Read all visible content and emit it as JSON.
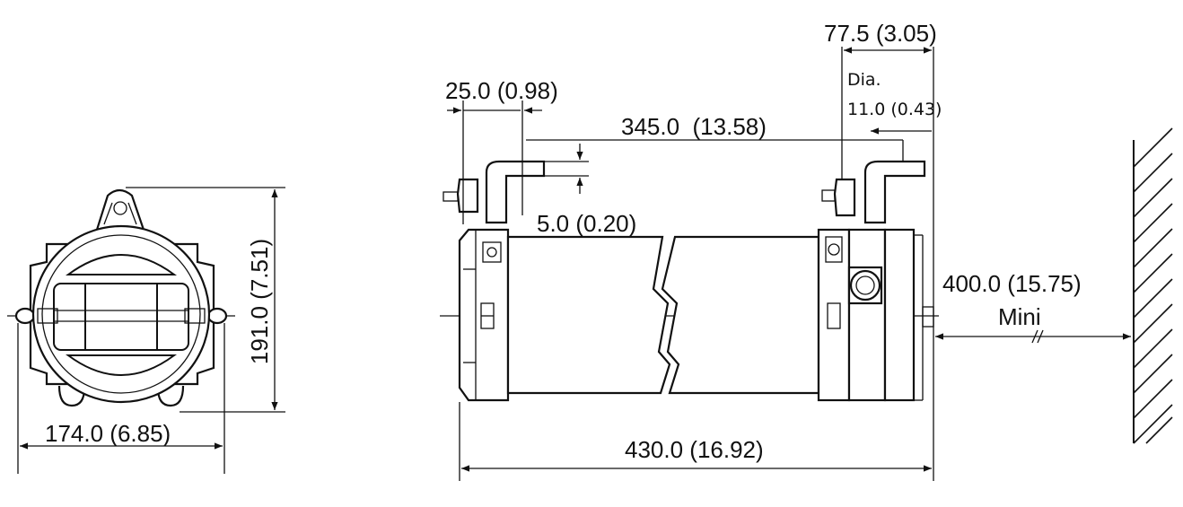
{
  "dimensions": {
    "width": "174.0 (6.85)",
    "height": "191.0 (7.51)",
    "top_offset": "77.5 (3.05)",
    "bracket_offset": "25.0 (0.98)",
    "hole_label_line1": "Dia.",
    "hole_label_line2": "11.0 (0.43)",
    "bracket_spacing": "345.0  (13.58)",
    "bracket_height": "5.0 (0.20)",
    "total_length": "430.0 (16.92)",
    "wall_clearance": "400.0 (15.75)",
    "wall_clearance_note": "Mini"
  },
  "colors": {
    "line": "#111111",
    "background": "#ffffff"
  }
}
